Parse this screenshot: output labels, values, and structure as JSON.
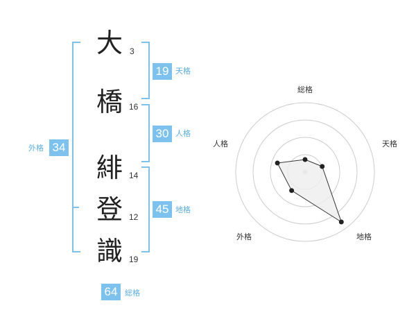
{
  "name": {
    "chars": [
      {
        "char": "大",
        "strokes": "3"
      },
      {
        "char": "橋",
        "strokes": "16"
      },
      {
        "char": "緋",
        "strokes": "14"
      },
      {
        "char": "登",
        "strokes": "12"
      },
      {
        "char": "識",
        "strokes": "19"
      }
    ]
  },
  "fortunes": {
    "tenkaku": {
      "value": "19",
      "label": "天格"
    },
    "jinkaku": {
      "value": "30",
      "label": "人格"
    },
    "chikaku": {
      "value": "45",
      "label": "地格"
    },
    "gaikaku": {
      "value": "34",
      "label": "外格"
    },
    "soukaku": {
      "value": "64",
      "label": "総格"
    }
  },
  "colors": {
    "accent": "#7dc2ef",
    "accent_text": "#5aaee3",
    "ring": "#cccccc",
    "polygon_fill": "#eeeeee",
    "point": "#222222"
  },
  "chart_data": {
    "type": "radar",
    "axes": [
      "総格",
      "天格",
      "地格",
      "外格",
      "人格"
    ],
    "values": [
      0.18,
      0.26,
      0.89,
      0.33,
      0.42
    ],
    "rings": 4,
    "range": [
      0,
      1
    ]
  }
}
